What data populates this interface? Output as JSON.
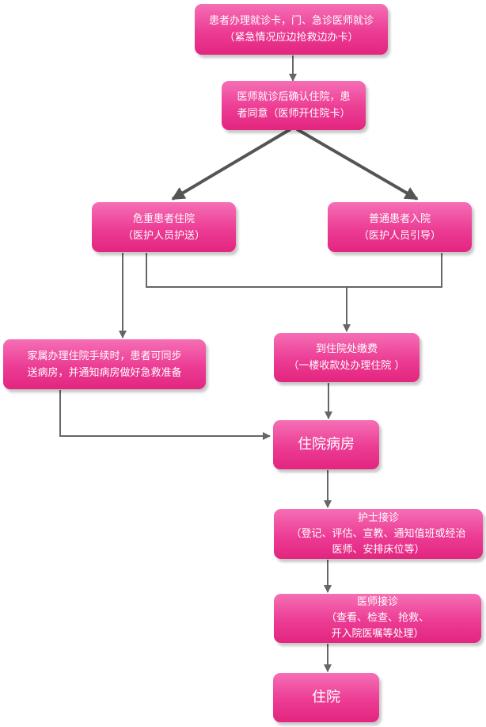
{
  "colors": {
    "node_top": "#f56fb5",
    "node_bottom": "#e3257f",
    "connector": "#666666",
    "text": "#ffffff"
  },
  "nodes": {
    "register": {
      "lines": [
        "患者办理就诊卡，门、急诊医师就诊",
        "（紧急情况应边抢救边办卡）"
      ]
    },
    "confirm": {
      "lines": [
        "医师就诊后确认住院，患",
        "者同意（医师开住院卡）"
      ]
    },
    "critical": {
      "lines": [
        "危重患者住院",
        "（医护人员护送）"
      ]
    },
    "normal": {
      "lines": [
        "普通患者入院",
        "（医护人员引导）"
      ]
    },
    "family": {
      "lines": [
        "家属办理住院手续时，患者可同步",
        "送病房，并通知病房做好急救准备"
      ]
    },
    "payment": {
      "lines": [
        "到住院处缴费",
        "（一楼收款处办理住院 ）"
      ]
    },
    "ward": {
      "lines": [
        "住院病房"
      ]
    },
    "nurse": {
      "lines": [
        "护士接诊",
        "（登记、评估、宣教、通知值班或经治",
        "医师、安排床位等）"
      ]
    },
    "doctor": {
      "lines": [
        "医师接诊",
        "（查看、检查、抢救、",
        "开入院医嘱等处理）"
      ]
    },
    "final": {
      "lines": [
        "住院"
      ]
    }
  }
}
